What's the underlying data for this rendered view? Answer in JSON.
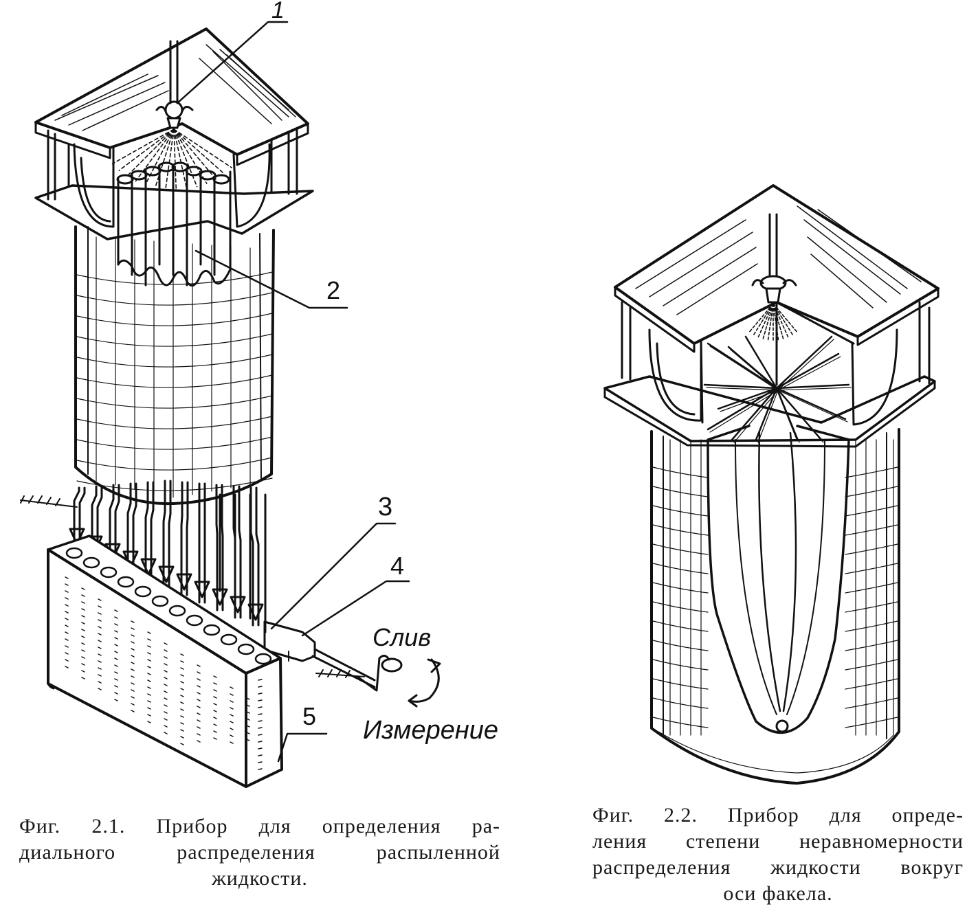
{
  "figure1": {
    "labels": [
      "1",
      "2",
      "3",
      "4",
      "5"
    ],
    "drain_label": "Слив",
    "measure_label": "Измерение",
    "caption": [
      "Фиг. 2.1. Прибор для определения ра-",
      "диального распределения распыленной",
      "жидкости."
    ]
  },
  "figure2": {
    "caption": [
      "Фиг. 2.2. Прибор для опреде-",
      "ления степени неравномерности",
      "распределения жидкости вокруг",
      "оси факела."
    ]
  }
}
